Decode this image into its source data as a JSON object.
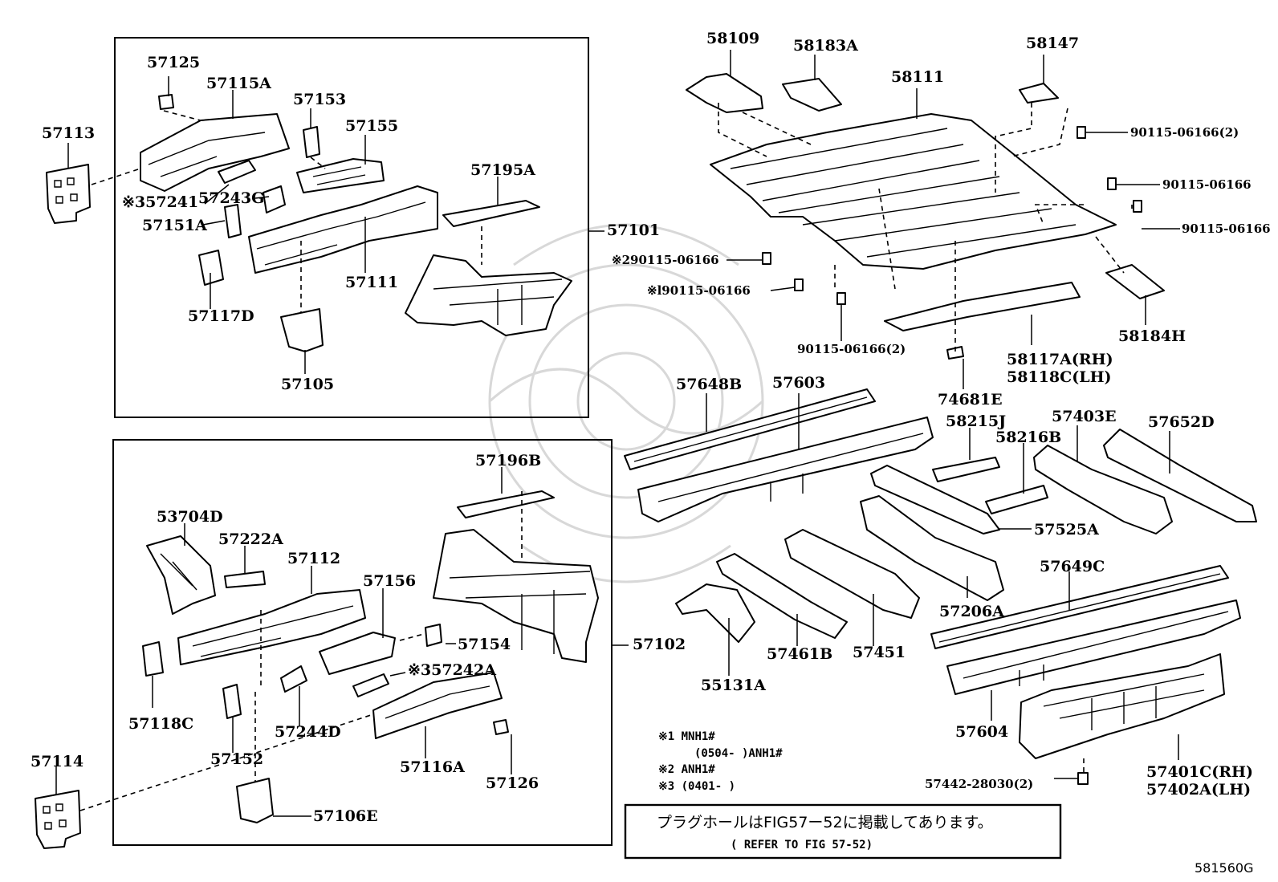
{
  "labels": {
    "p57101": "57101",
    "p57102": "57102",
    "p57113": "57113",
    "p57114": "57114",
    "p57125": "57125",
    "p57115A": "57115A",
    "p57153": "57153",
    "p57155": "57155",
    "p57195A": "57195A",
    "p57241": "※357241",
    "p57243G": "57243G",
    "p57151A": "57151A",
    "p57111": "57111",
    "p57117D": "57117D",
    "p57105": "57105",
    "p57196B": "57196B",
    "p53704D": "53704D",
    "p57222A": "57222A",
    "p57112": "57112",
    "p57156": "57156",
    "p57154": "57154",
    "p57242A": "※357242A",
    "p57118C": "57118C",
    "p57244D": "57244D",
    "p57152": "57152",
    "p57116A": "57116A",
    "p57126": "57126",
    "p57106E": "57106E",
    "p58109": "58109",
    "p58183A": "58183A",
    "p58111": "58111",
    "p58147": "58147",
    "b1": "90115-06166(2)",
    "b2": "90115-06166",
    "b3": "90115-06166",
    "b4": "※290115-06166",
    "b5": "※l90115-06166",
    "b6": "90115-06166(2)",
    "p58184H": "58184H",
    "p58117A": "58117A(RH)",
    "p58118C": "58118C(LH)",
    "p74681E": "74681E",
    "p57648B": "57648B",
    "p57603": "57603",
    "p58215J": "58215J",
    "p58216B": "58216B",
    "p57403E": "57403E",
    "p57652D": "57652D",
    "p57525A": "57525A",
    "p57206A": "57206A",
    "p57461B": "57461B",
    "p57451": "57451",
    "p55131A": "55131A",
    "p57649C": "57649C",
    "p57604": "57604",
    "p57401C": "57401C(RH)",
    "p57402A": "57402A(LH)",
    "p57442": "57442-28030(2)"
  },
  "notes": {
    "n1a": "※1  MNH1#",
    "n1b": "(0504-      )ANH1#",
    "n2": "※2  ANH1#",
    "n3": "※3  (0401-      )"
  },
  "reference": {
    "line1": "プラグホールはFIG57ー52に掲載してあります。",
    "line2": "( REFER TO FIG 57-52)"
  },
  "figure_code": "581560G"
}
